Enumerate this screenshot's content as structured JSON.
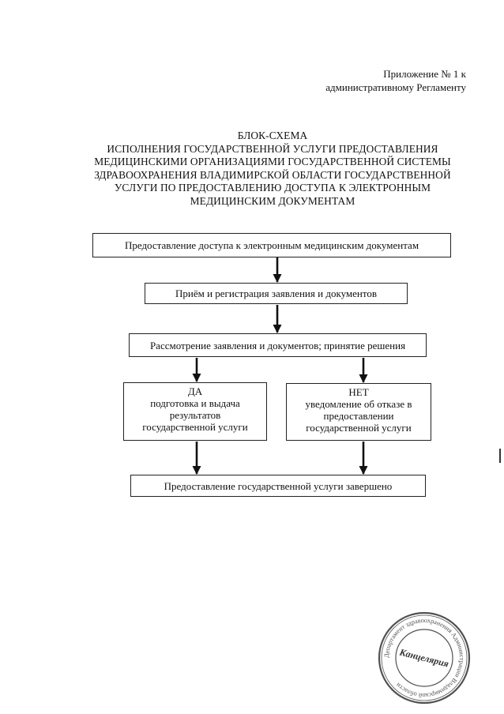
{
  "appendix": {
    "line1": "Приложение № 1 к",
    "line2": "административному Регламенту"
  },
  "title": {
    "lines": [
      "БЛОК-СХЕМА",
      "ИСПОЛНЕНИЯ ГОСУДАРСТВЕННОЙ УСЛУГИ ПРЕДОСТАВЛЕНИЯ",
      "МЕДИЦИНСКИМИ ОРГАНИЗАЦИЯМИ ГОСУДАРСТВЕННОЙ СИСТЕМЫ",
      "ЗДРАВООХРАНЕНИЯ ВЛАДИМИРСКОЙ ОБЛАСТИ ГОСУДАРСТВЕННОЙ",
      "УСЛУГИ ПО  ПРЕДОСТАВЛЕНИЮ ДОСТУПА К ЭЛЕКТРОННЫМ",
      "МЕДИЦИНСКИМ ДОКУМЕНТАМ"
    ]
  },
  "flow": {
    "step1": "Предоставление доступа к электронным медицинским документам",
    "step2": "Приём и регистрация заявления и  документов",
    "step3": "Рассмотрение заявления и документов; принятие решения",
    "yes": {
      "lines": [
        "ДА",
        "подготовка и выдача",
        "результатов",
        "государственной услуги"
      ]
    },
    "no": {
      "lines": [
        "НЕТ",
        "уведомление об отказе в",
        "предоставлении",
        "государственной услуги"
      ]
    },
    "final": "Предоставление государственной услуги завершено"
  },
  "stamp": {
    "outer_text": "Департамент здравоохранения Администрации Владимирской области",
    "center_text": "Канцелярия",
    "color": "#333333"
  }
}
